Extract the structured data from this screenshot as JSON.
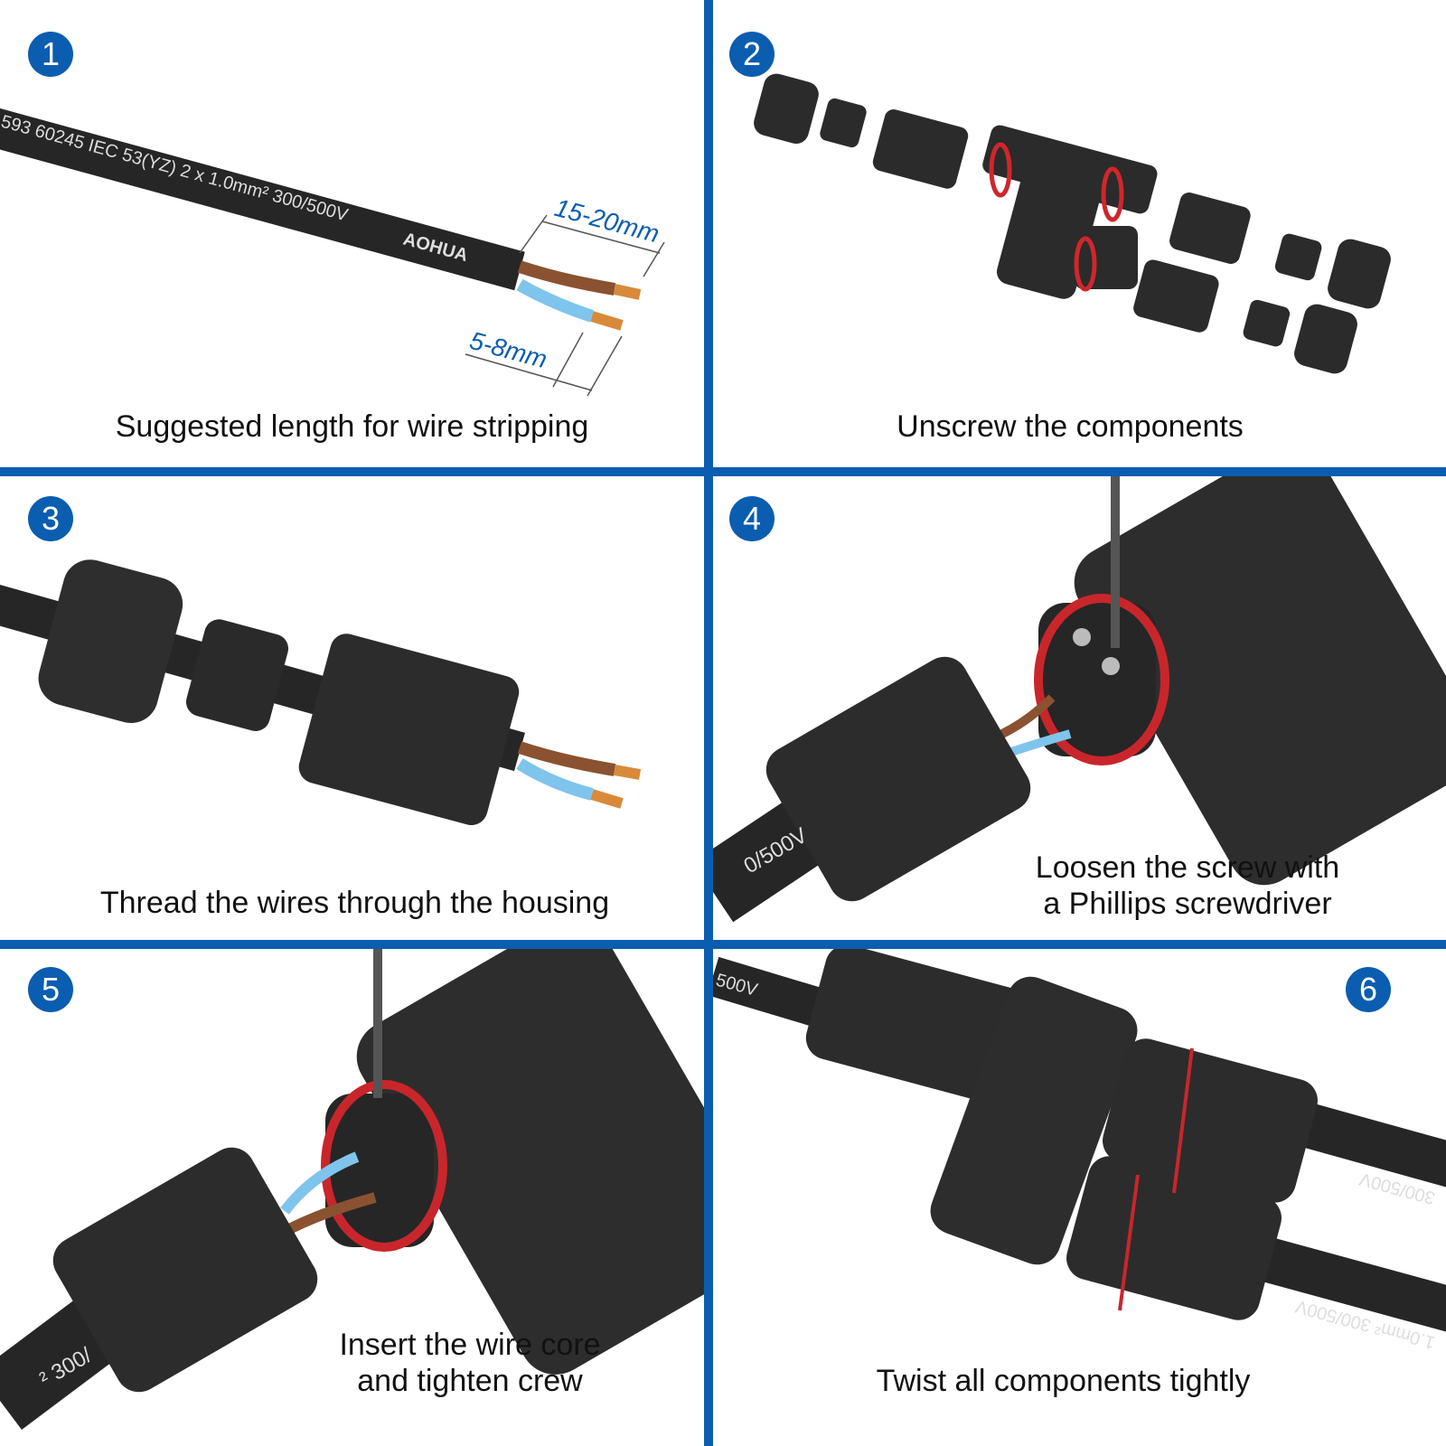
{
  "colors": {
    "accent": "#0b5db0",
    "cable": "#2a2a2a",
    "brown": "#8a5230",
    "blue": "#7fc4ec",
    "seal": "#d0262b"
  },
  "panels": [
    {
      "number": "1",
      "caption": "Suggested length for wire stripping",
      "cable_print": "593  60245 IEC 53(YZ)  2 x 1.0mm²  300/500V",
      "brand": "AOHUA",
      "dim_long": "15-20mm",
      "dim_short": "5-8mm"
    },
    {
      "number": "2",
      "caption": "Unscrew the components"
    },
    {
      "number": "3",
      "caption": "Thread the wires through the housing"
    },
    {
      "number": "4",
      "caption_line1": "Loosen the screw with",
      "caption_line2": "a Phillips screwdriver",
      "cable_print": "0/500V"
    },
    {
      "number": "5",
      "caption_line1": "Insert the wire core",
      "caption_line2": "and tighten crew",
      "cable_print": "² 300/"
    },
    {
      "number": "6",
      "caption": "Twist all components tightly",
      "cable_print_top": "500V",
      "cable_print_right": "300/500V",
      "cable_print_right2": "1.0mm²  300/500V"
    }
  ]
}
